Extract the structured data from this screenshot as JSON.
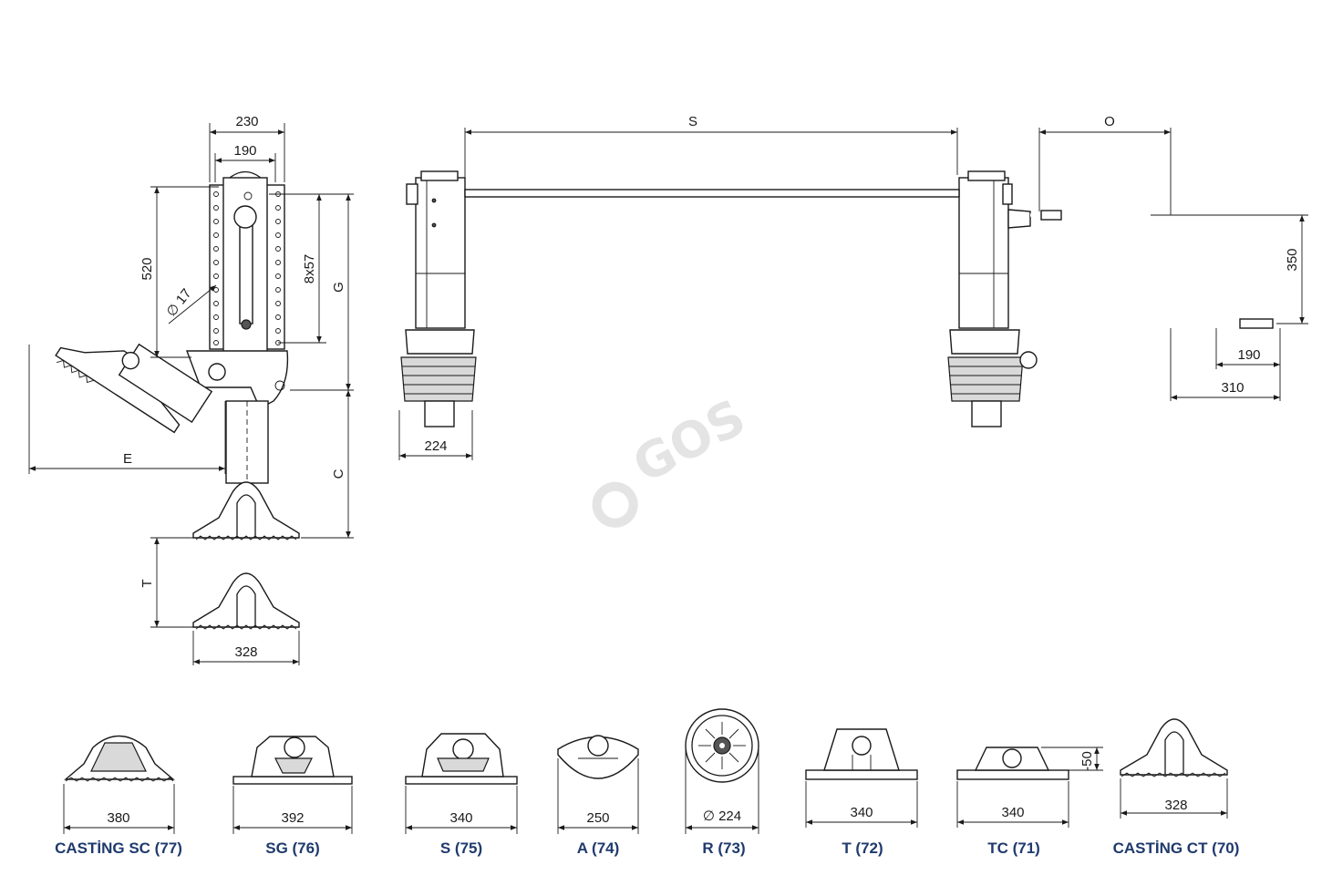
{
  "dimensions": {
    "width_230": "230",
    "width_190": "190",
    "height_520": "520",
    "holes_8x57": "8x57",
    "dia_17": "∅ 17",
    "label_G": "G",
    "label_E": "E",
    "label_C": "C",
    "label_T": "T",
    "foot_328": "328",
    "label_S": "S",
    "leg_224": "224",
    "label_O": "O",
    "crank_350": "350",
    "crank_190": "190",
    "crank_310": "310"
  },
  "feet": [
    {
      "dim": "380",
      "caption": "CASTİNG SC (77)"
    },
    {
      "dim": "392",
      "caption": "SG (76)"
    },
    {
      "dim": "340",
      "caption": "S (75)"
    },
    {
      "dim": "250",
      "caption": "A (74)"
    },
    {
      "dim": "∅ 224",
      "caption": "R (73)"
    },
    {
      "dim": "340",
      "caption": "T (72)"
    },
    {
      "dim": "340",
      "caption": "TC (71)"
    },
    {
      "dim": "328",
      "caption": "CASTİNG CT (70)"
    }
  ],
  "tc_height": "-50",
  "watermark": "GOS",
  "colors": {
    "caption": "#1f3a6d",
    "line": "#1a1a1a",
    "watermark": "#e4e4e4"
  }
}
